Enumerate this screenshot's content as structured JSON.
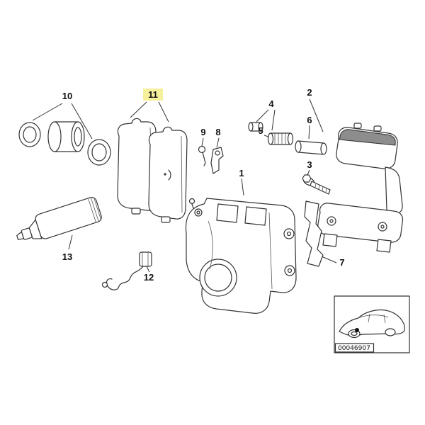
{
  "diagram": {
    "code": "00046907",
    "highlighted_callout": "11",
    "highlight_color": "#f7f09b",
    "callouts": [
      {
        "label": "1"
      },
      {
        "label": "2"
      },
      {
        "label": "3"
      },
      {
        "label": "4"
      },
      {
        "label": "5"
      },
      {
        "label": "6"
      },
      {
        "label": "7"
      },
      {
        "label": "8"
      },
      {
        "label": "9"
      },
      {
        "label": "10"
      },
      {
        "label": "11"
      },
      {
        "label": "12"
      },
      {
        "label": "13"
      }
    ]
  }
}
